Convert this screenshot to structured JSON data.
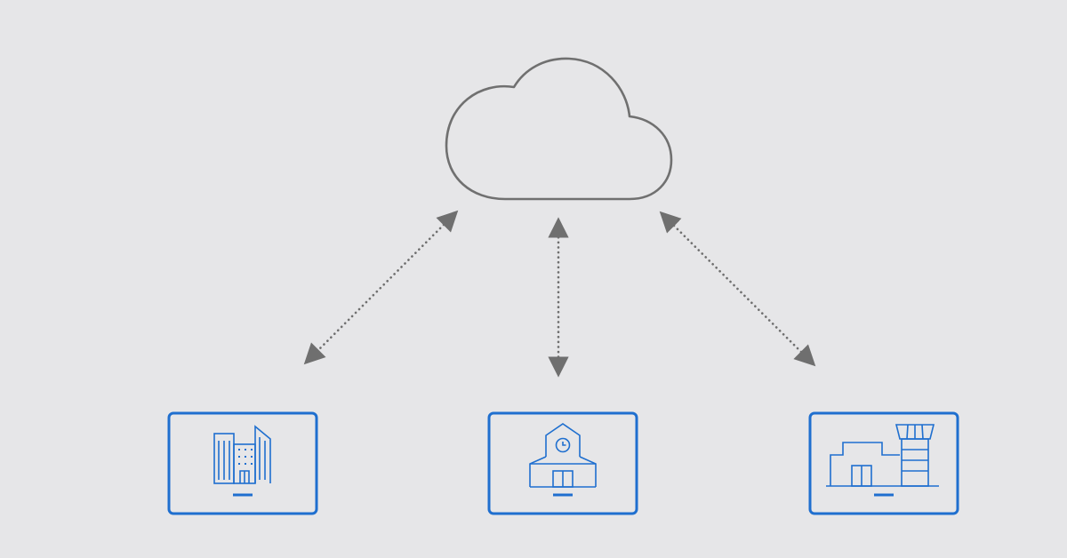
{
  "diagram": {
    "background_color": "#e6e6e8",
    "cloud": {
      "icon": "cloud-icon",
      "stroke_color": "#707070"
    },
    "connectors": {
      "style": "dotted",
      "direction": "bidirectional",
      "color": "#6f6f6f",
      "count": 3
    },
    "nodes": [
      {
        "icon": "office-buildings-icon",
        "border_color": "#1f6fcf"
      },
      {
        "icon": "school-building-icon",
        "border_color": "#1f6fcf"
      },
      {
        "icon": "airport-tower-icon",
        "border_color": "#1f6fcf"
      }
    ]
  }
}
